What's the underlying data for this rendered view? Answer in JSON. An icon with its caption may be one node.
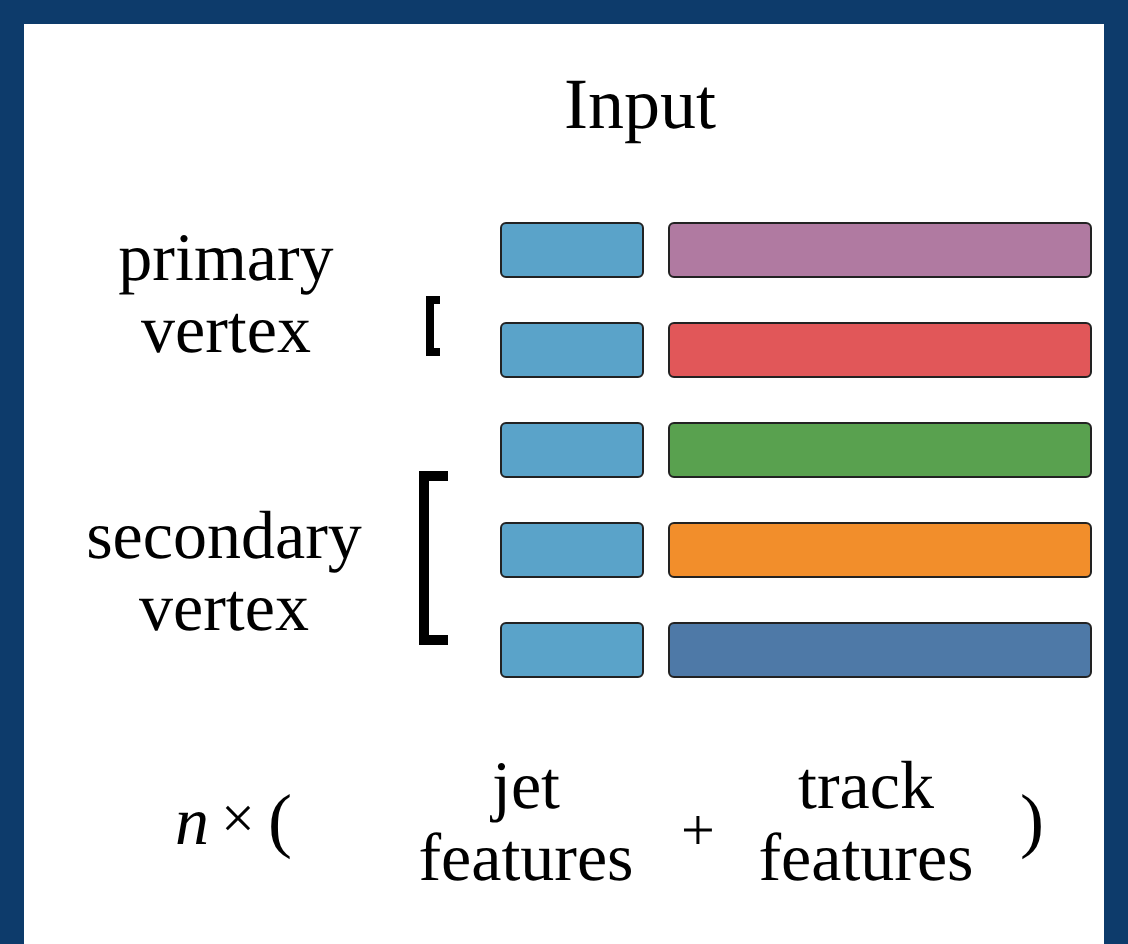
{
  "diagram": {
    "title": "Input",
    "nodes": [
      {
        "text": [],
        "shape": "bar"
      },
      {
        "text": [],
        "shape": "bar"
      },
      {
        "text": [],
        "shape": "bar"
      },
      {
        "text": [],
        "shape": "bar"
      },
      {
        "text": [],
        "shape": "bar"
      },
      {
        "text": [],
        "shape": "bar"
      },
      {
        "text": [],
        "shape": "bar"
      },
      {
        "text": [],
        "shape": "bar"
      },
      {
        "text": [],
        "shape": "bar"
      },
      {
        "text": [],
        "shape": "bar"
      }
    ],
    "edges": [],
    "labels": [
      "primary vertex",
      "secondary vertex",
      "n",
      "×",
      "(",
      "jet features",
      "+",
      "track features",
      ")"
    ]
  }
}
